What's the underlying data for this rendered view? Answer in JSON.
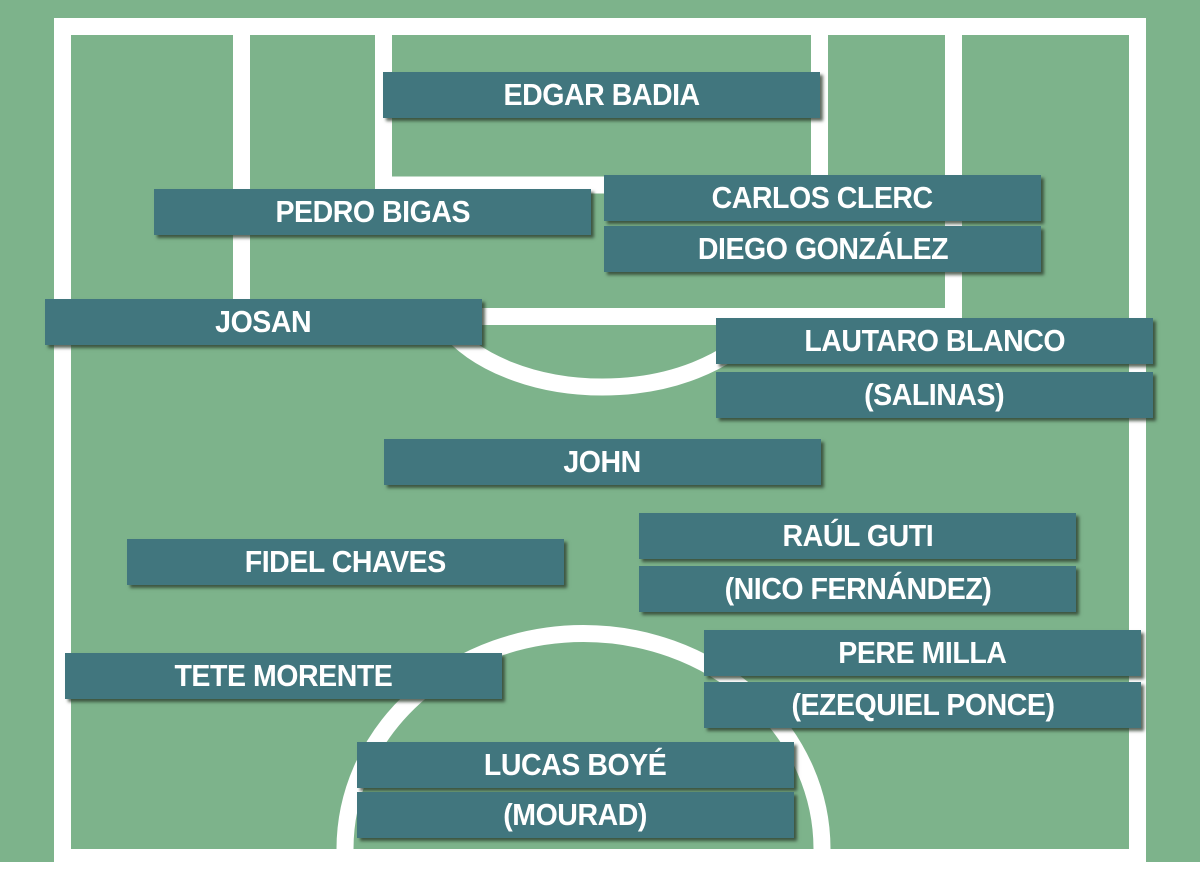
{
  "pitch": {
    "grass_color": "#7db38b",
    "line_color": "#ffffff",
    "label_color": "#41767e",
    "label_text_color": "#ffffff"
  },
  "lineup": {
    "goalkeeper": {
      "name": "EDGAR BADIA"
    },
    "defenders": [
      {
        "name": "PEDRO BIGAS"
      },
      {
        "name": "CARLOS CLERC"
      },
      {
        "name": "DIEGO GONZÁLEZ"
      },
      {
        "name": "JOSAN"
      },
      {
        "name": "LAUTARO BLANCO"
      },
      {
        "name": "(SALINAS)"
      }
    ],
    "midfielders": [
      {
        "name": "JOHN"
      },
      {
        "name": "FIDEL CHAVES"
      },
      {
        "name": "RAÚL GUTI"
      },
      {
        "name": "(NICO FERNÁNDEZ)"
      },
      {
        "name": "TETE MORENTE"
      },
      {
        "name": "PERE MILLA"
      },
      {
        "name": "(EZEQUIEL PONCE)"
      }
    ],
    "forwards": [
      {
        "name": "LUCAS BOYÉ"
      },
      {
        "name": "(MOURAD)"
      }
    ]
  }
}
